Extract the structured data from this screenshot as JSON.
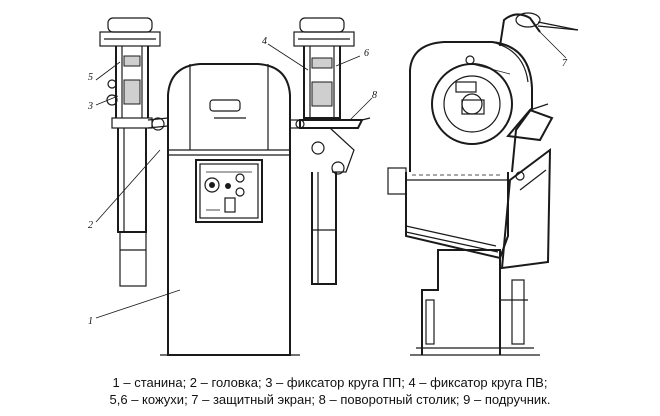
{
  "callouts": {
    "c1": "1",
    "c2": "2",
    "c3": "3",
    "c4": "4",
    "c5": "5",
    "c6": "6",
    "c7": "7",
    "c8": "8"
  },
  "caption": {
    "line1": "1 – станина; 2 – головка; 3 – фиксатор круга ПП; 4 – фиксатор круга ПВ;",
    "line2": "5,6 – кожухи; 7 – защитный экран; 8 – поворотный столик; 9 – подручник."
  }
}
